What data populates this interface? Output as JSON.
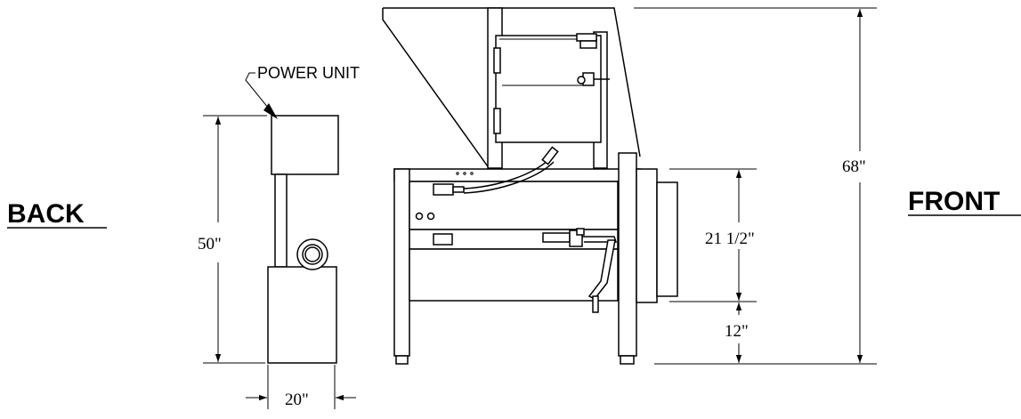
{
  "labels": {
    "back": "BACK",
    "front": "FRONT",
    "power_unit": "POWER UNIT"
  },
  "dimensions": {
    "power_unit_height": "50\"",
    "power_unit_width": "20\"",
    "overall_height": "68\"",
    "front_opening": "21 1/2\"",
    "base_clearance": "12\""
  }
}
